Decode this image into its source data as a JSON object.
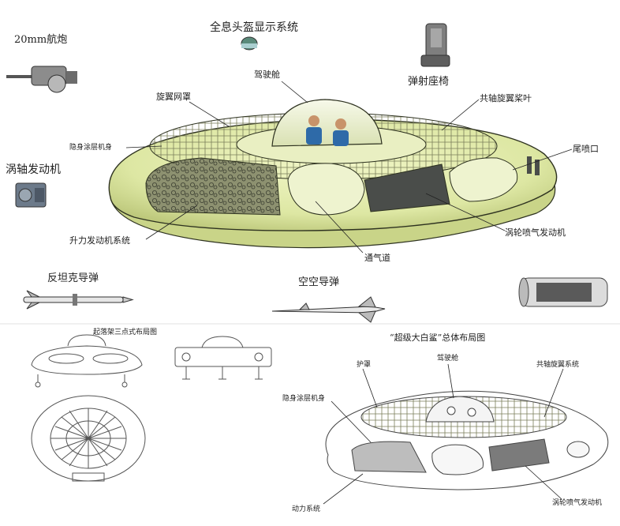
{
  "colors": {
    "hull": "#e4ecb0",
    "hull_shade": "#c9d488",
    "dome": "#f0f4dd",
    "outline": "#2e3220",
    "engine": "#4a4d4a",
    "ink": "#222222",
    "line_drawing": "#555555"
  },
  "top": {
    "labels": {
      "cannon": "20mm航炮",
      "helmet_display": "全息头盔显示系统",
      "ejection_seat": "弹射座椅",
      "cockpit": "驾驶舱",
      "rotor_cover": "旋翼网罩",
      "coaxial_rotor_blade": "共轴旋翼桨叶",
      "stealth_body": "隐身涂层机身",
      "tail_nozzle": "尾喷口",
      "turboshaft": "涡轴发动机",
      "lift_engine": "升力发动机系统",
      "turbojet": "涡轮喷气发动机",
      "air_duct": "通气道",
      "antitank_missile": "反坦克导弹",
      "air_to_air_missile": "空空导弹"
    }
  },
  "bottom": {
    "left_title": "起落架三点式布局图",
    "right_title": "“超级大白鲨”总体布局图",
    "labels": {
      "cover": "护罩",
      "cockpit": "驾驶舱",
      "coaxial_rotor": "共轴旋翼系统",
      "stealth_body": "隐身涂层机身",
      "power_system": "动力系统",
      "turbojet": "涡轮喷气发动机"
    }
  }
}
